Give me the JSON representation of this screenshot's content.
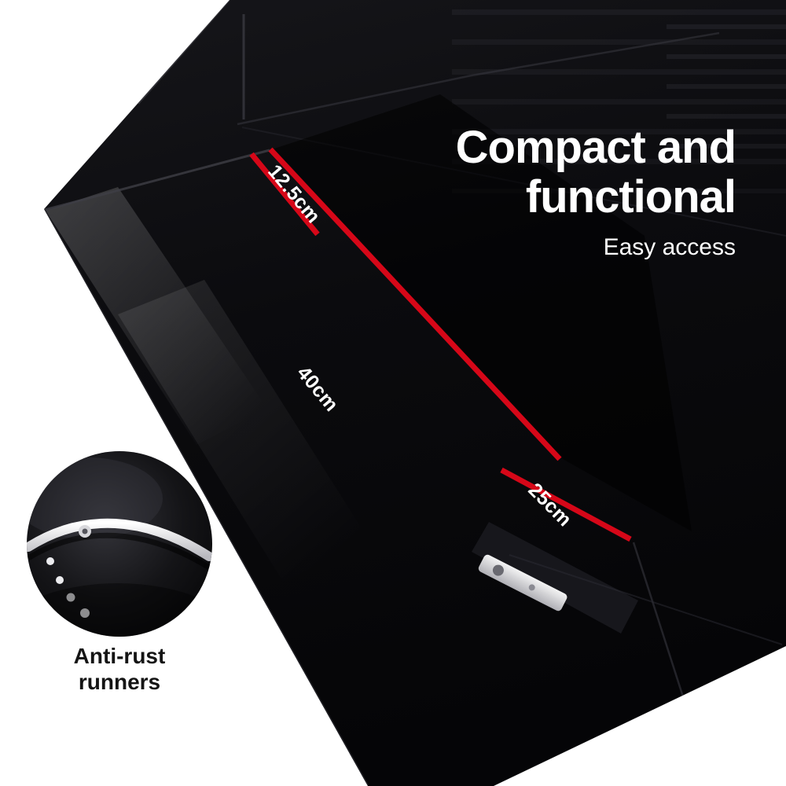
{
  "page": {
    "background": "#ffffff"
  },
  "headline": {
    "line1": "Compact and",
    "line2": "functional",
    "subtitle": "Easy access"
  },
  "dimensions": {
    "drawer_depth": "12.5cm",
    "drawer_length": "40cm",
    "drawer_width": "25cm"
  },
  "inset": {
    "caption_line1": "Anti-rust",
    "caption_line2": "runners"
  },
  "colors": {
    "dimension_line": "#d60718",
    "dimension_text": "#ffffff",
    "headline_text": "#ffffff",
    "caption_text": "#141414",
    "photo_dark": "#0a0a0d"
  }
}
